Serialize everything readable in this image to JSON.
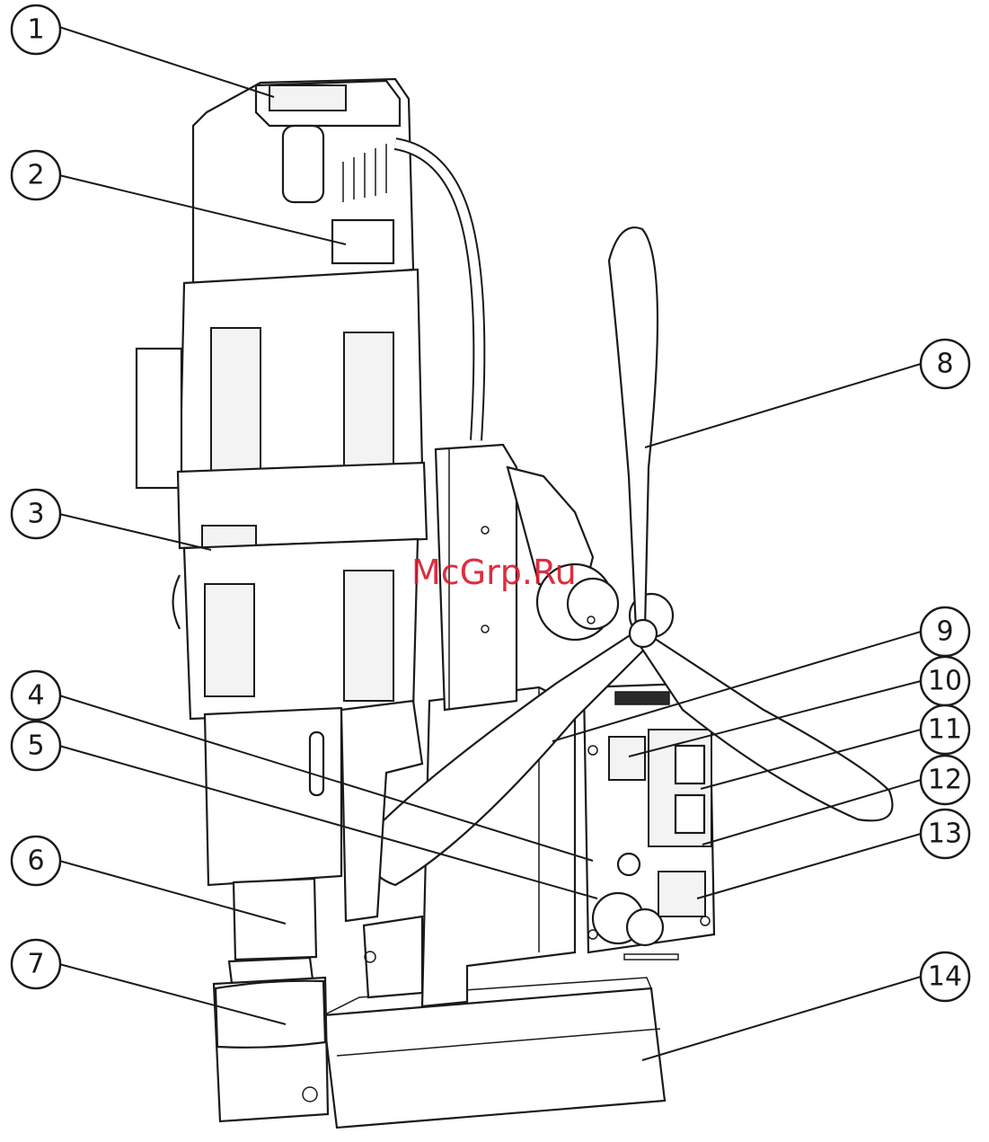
{
  "watermark": "McGrp.Ru",
  "callouts": [
    {
      "label": "1"
    },
    {
      "label": "2"
    },
    {
      "label": "3"
    },
    {
      "label": "4"
    },
    {
      "label": "5"
    },
    {
      "label": "6"
    },
    {
      "label": "7"
    },
    {
      "label": "8"
    },
    {
      "label": "9"
    },
    {
      "label": "10"
    },
    {
      "label": "11"
    },
    {
      "label": "12"
    },
    {
      "label": "13"
    },
    {
      "label": "14"
    }
  ],
  "colors": {
    "line": "#1a1a1a",
    "watermark": "#d9182b",
    "background": "#ffffff"
  }
}
